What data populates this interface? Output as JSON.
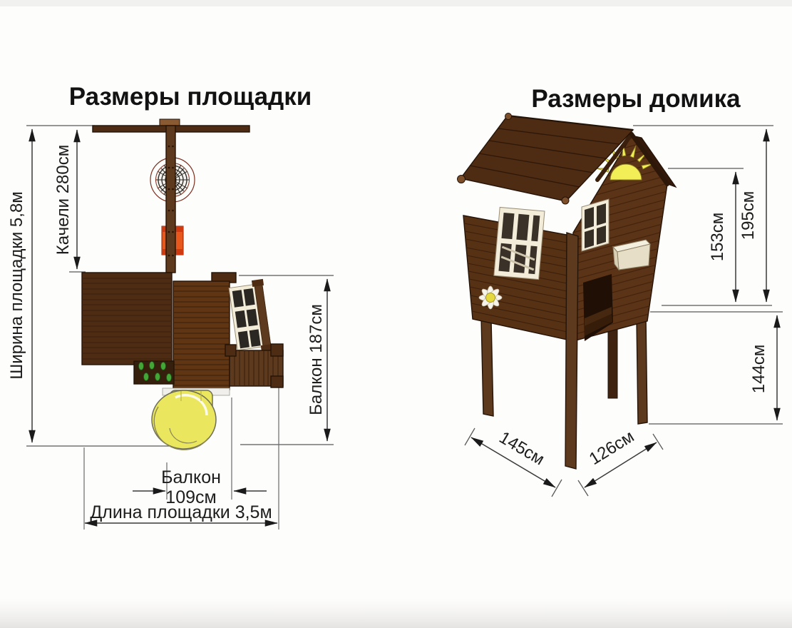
{
  "titles": {
    "left": "Размеры площадки",
    "right": "Размеры домика"
  },
  "playground": {
    "width_label": "Ширина площадки 5,8м",
    "swing_label": "Качели 280см",
    "balcony_length_label": "Балкон 187см",
    "balcony_word": "Балкон",
    "balcony_width_value": "109см",
    "length_label": "Длина площадки 3,5м"
  },
  "house": {
    "total_height": "195см",
    "wall_height": "153см",
    "under_floor_height": "144см",
    "base_depth": "145см",
    "base_width": "126см"
  },
  "colors": {
    "wood-dark": "#4e2b13",
    "wood-mid": "#5d3a1e",
    "wood-wall": "#5b3317",
    "wood-wall-left": "#573114",
    "slide-yellow": "#eae75f",
    "ring-red": "#a8432e",
    "seat-orange": "#e8571c",
    "seat-band": "#cf3a10",
    "holds-green": "#44a636",
    "sun-yellow": "#f2ee58",
    "cream": "#f2ecd9",
    "dim-line": "#3a3a3a",
    "ink": "#1d1d1d"
  }
}
